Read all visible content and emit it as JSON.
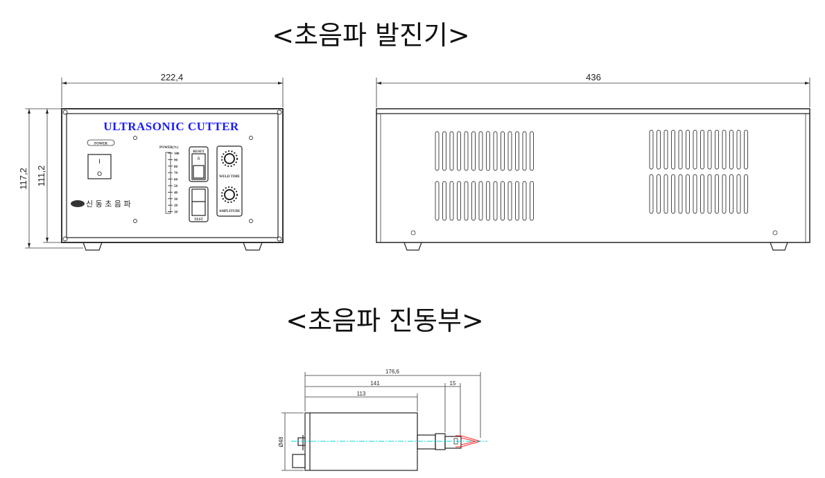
{
  "titles": {
    "generator": "<초음파 발진기>",
    "transducer": "<초음파 진동부>"
  },
  "generator_front": {
    "width_dim": "222,4",
    "height_outer_dim": "117,2",
    "height_inner_dim": "111,2",
    "panel_title": "ULTRASONIC CUTTER",
    "power_label": "POWER",
    "switch_on": "I",
    "switch_off": "O",
    "meter_label": "POWER(%)",
    "meter_ticks": [
      "100",
      "90",
      "80",
      "70",
      "60",
      "50",
      "40",
      "30",
      "20",
      "10"
    ],
    "reset_label": "RESET",
    "reset_mark": "0",
    "test_label": "TEST",
    "weld_time_label": "WELD TIME",
    "amplitude_label": "AMPLITUDE",
    "company_name": "신 동 초 음 파",
    "accent_color": "#1a1aff"
  },
  "generator_side": {
    "length_dim": "436"
  },
  "transducer": {
    "total_dim": "176,6",
    "to_tip_dim": "141",
    "tip_dim": "15",
    "body_dim": "113",
    "diameter_dim": "Ø48",
    "centerline_color": "#00d8e0",
    "blade_color": "#ff2020"
  }
}
